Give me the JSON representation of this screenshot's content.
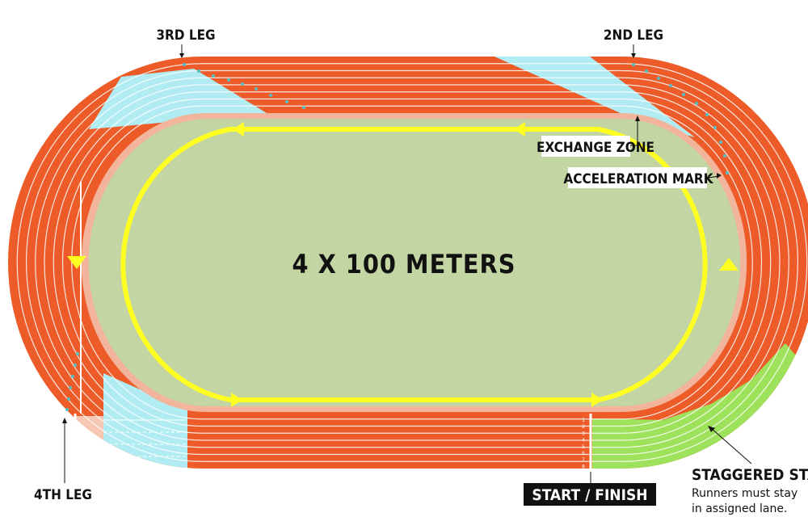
{
  "title": "4 X 100 METERS",
  "labels": {
    "leg2": "2ND LEG",
    "leg3": "3RD LEG",
    "leg4": "4TH LEG",
    "exchange_zone": "EXCHANGE ZONE",
    "acceleration_mark": "ACCELERATION MARK",
    "start_finish": "START / FINISH",
    "staggered_start": "STAGGERED START",
    "note_line1": "Runners must stay",
    "note_line2": "in assigned lane."
  },
  "lane_numbers": [
    "1",
    "2",
    "3",
    "4",
    "5",
    "6",
    "7",
    "8"
  ],
  "colors": {
    "track": "#ec5b28",
    "infield": "#c3d5a2",
    "infield_border": "#f2b49a",
    "exchange_zone": "#b0ecf2",
    "direction_line": "#ffff22",
    "staggered_start": "#9ee15a",
    "acceleration_dot": "#52bfc4",
    "label_bg_dark": "#111111"
  }
}
